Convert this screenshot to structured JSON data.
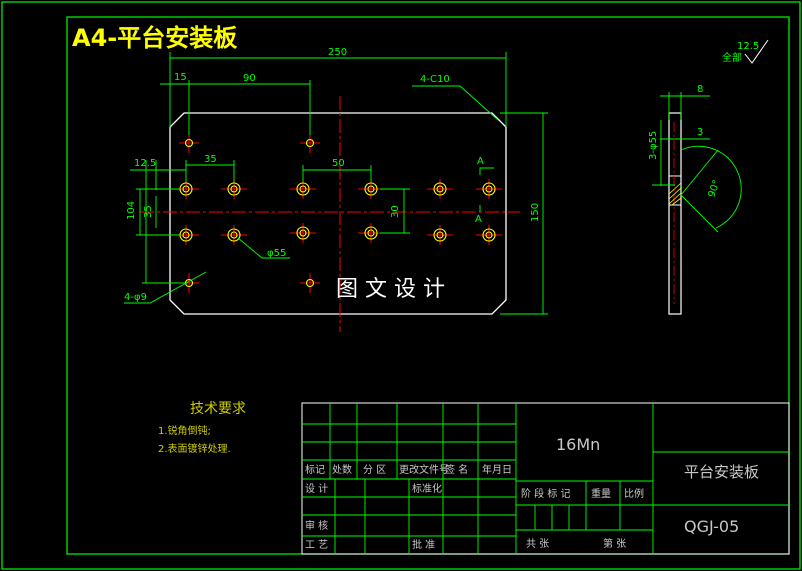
{
  "sheet": {
    "title": "A4-平台安装板",
    "watermark": "图 文 设 计",
    "colors": {
      "background": "#000000",
      "frame": "#00ff00",
      "outline": "#ffffff",
      "dimension": "#00ff00",
      "center": "#ff0000",
      "hole": "#ffff00",
      "title": "#ffff00",
      "notes": "#cccc00",
      "table_text": "#c8c8c8"
    }
  },
  "dims": {
    "d250": "250",
    "d15": "15",
    "d90": "90",
    "chamfer": "4-C10",
    "d125": "12.5",
    "d35": "35",
    "d50": "50",
    "d104": "104",
    "d35b": "35",
    "d30": "30",
    "d150": "150",
    "phi55": "φ55",
    "holes": "4-φ9",
    "sectionA1": "A",
    "sectionA2": "A"
  },
  "side": {
    "d8": "8",
    "d3": "3",
    "holes": "3-φ55",
    "angle": "90°"
  },
  "roughness": {
    "value": "12.5",
    "label": "全部"
  },
  "notes": {
    "heading": "技术要求",
    "items": [
      "1.锐角倒钝;",
      "2.表面镀锌处理."
    ]
  },
  "title_block": {
    "material": "16Mn",
    "part_name": "平台安装板",
    "drawing_no": "QGJ-05",
    "labels": {
      "biaoji": "标记",
      "chushu": "处数",
      "fenqu": "分 区",
      "genggai": "更改文件号",
      "qianming": "签 名",
      "nianyueri": "年月日",
      "sheji": "设 计",
      "biaozhunhua": "标准化",
      "shenhe": "审 核",
      "gongyi": "工 艺",
      "pizhun": "批 准",
      "jieduan": "阶 段 标 记",
      "zhongliang": "重量",
      "bili": "比例",
      "gong": "共  张",
      "di": "第  张"
    }
  }
}
